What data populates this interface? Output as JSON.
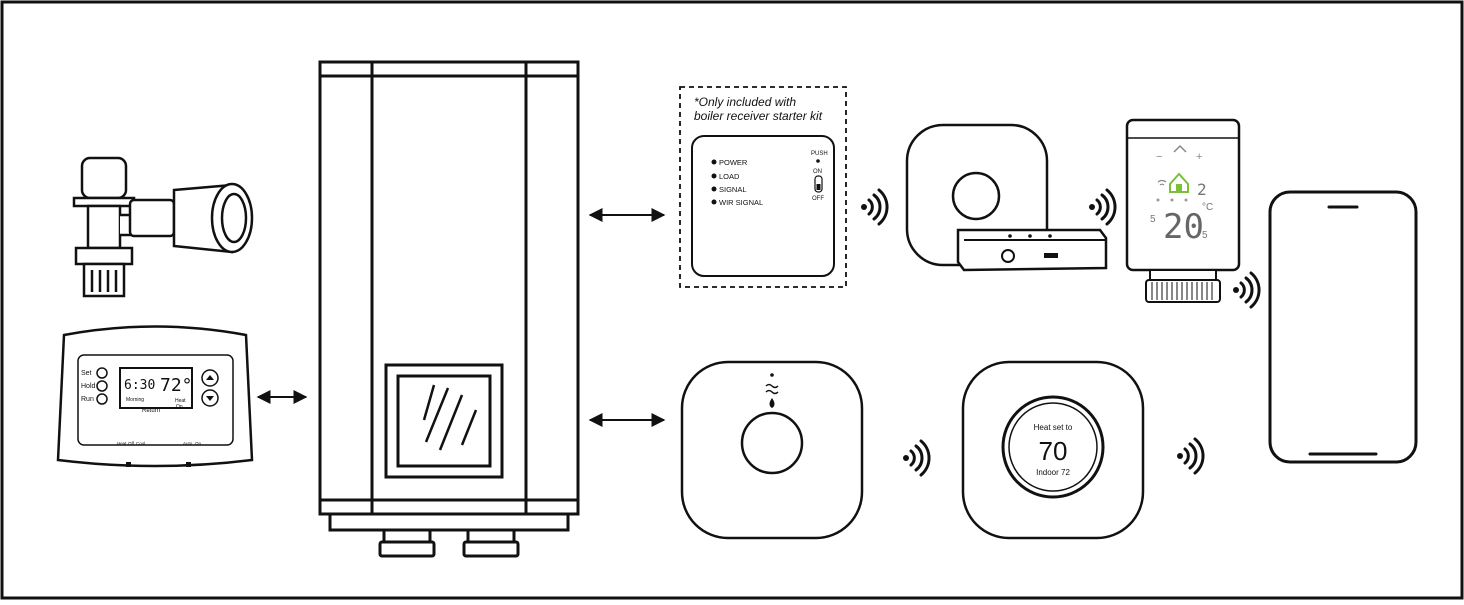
{
  "receiver": {
    "note_line1": "*Only included with",
    "note_line2": "boiler receiver starter kit",
    "leds": [
      "POWER",
      "LOAD",
      "SIGNAL",
      "WIR SIGNAL"
    ],
    "switch": {
      "push": "PUSH",
      "on": "ON",
      "off": "OFF"
    }
  },
  "wall_thermostat": {
    "buttons": [
      "Set",
      "Hold",
      "Run"
    ],
    "time": "6:30",
    "temp": "72°",
    "sub_labels": [
      "Morning",
      "Return",
      "Heat",
      "On"
    ],
    "bottom_left": [
      "Heat",
      "Off",
      "Cool"
    ],
    "bottom_right": [
      "Auto",
      "On"
    ]
  },
  "smart_thermostat": {
    "line1": "Heat set to",
    "value": "70",
    "line3": "Indoor 72"
  },
  "trv_display": {
    "minus": "−",
    "plus": "+",
    "small_num": "2",
    "unit": "°C",
    "big_temp": "20",
    "left_num": "5",
    "right_num": "5"
  },
  "colors": {
    "stroke": "#111111",
    "accent": "#7bbf3a",
    "background": "#ffffff"
  }
}
